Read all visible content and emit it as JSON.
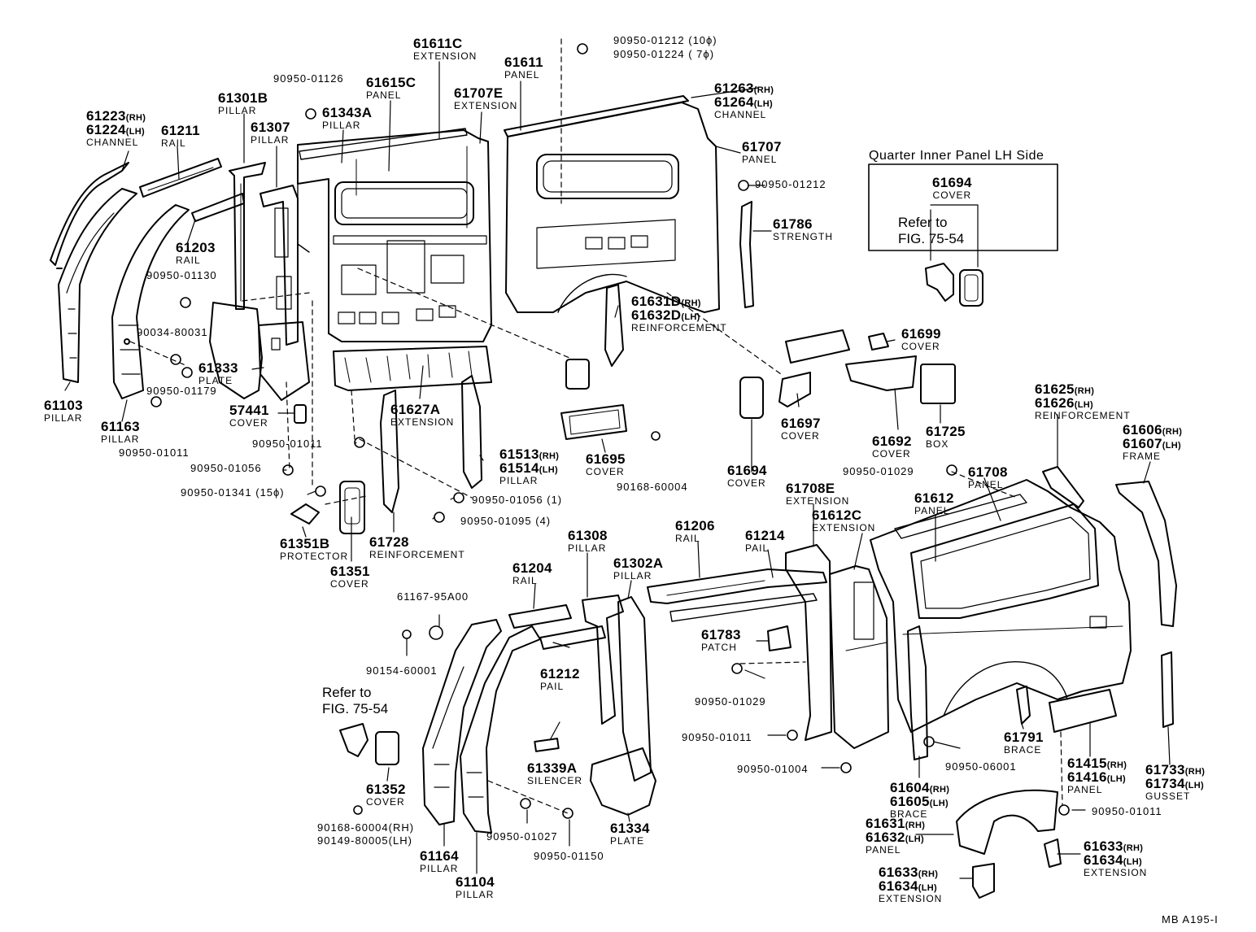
{
  "figure_code": "MB  A195-I",
  "inset": {
    "title": "Quarter Inner Panel LH Side",
    "part": "61694",
    "name": "COVER",
    "refer": [
      "Refer to",
      "FIG. 75-54"
    ]
  },
  "refer_left": [
    "Refer to",
    "FIG. 75-54"
  ],
  "fasteners": {
    "f1": "90950-01212 (10ϕ)",
    "f2": "90950-01224 (  7ϕ)",
    "f3": "90950-01126",
    "f4": "90950-01212",
    "f5": "90950-01130",
    "f6": "90034-80031",
    "f7": "90950-01179",
    "f8": "90950-01011",
    "f9": "90950-01011",
    "f10": "90950-01056",
    "f11": "90950-01341 (15ϕ)",
    "f12": "90950-01056 (1)",
    "f13": "90950-01095 (4)",
    "f14": "90168-60004",
    "f15": "90950-01029",
    "f16": "61167-95A00",
    "f17": "90154-60001",
    "f18": "90950-01029",
    "f19": "90950-01011",
    "f20": "90950-01004",
    "f21": "90950-06001",
    "f22": "90950-01011",
    "f23": "90950-01027",
    "f24": "90950-01150",
    "f25": "90168-60004(RH)",
    "f26": "90149-80005(LH)"
  },
  "parts": {
    "p61611c": {
      "num": "61611C",
      "name": "EXTENSION"
    },
    "p61611": {
      "num": "61611",
      "name": "PANEL"
    },
    "p61615c": {
      "num": "61615C",
      "name": "PANEL"
    },
    "p61707e": {
      "num": "61707E",
      "name": "EXTENSION"
    },
    "p61301b": {
      "num": "61301B",
      "name": "PILLAR"
    },
    "p61343a": {
      "num": "61343A",
      "name": "PILLAR"
    },
    "p61307": {
      "num": "61307",
      "name": "PILLAR"
    },
    "p61223": {
      "num": "61223",
      "sfx": "(RH)",
      "num2": "61224",
      "sfx2": "(LH)",
      "name": "CHANNEL"
    },
    "p61211": {
      "num": "61211",
      "name": "RAIL"
    },
    "p61263": {
      "num": "61263",
      "sfx": "(RH)",
      "num2": "61264",
      "sfx2": "(LH)",
      "name": "CHANNEL"
    },
    "p61707": {
      "num": "61707",
      "name": "PANEL"
    },
    "p61786": {
      "num": "61786",
      "name": "STRENGTH"
    },
    "p61203": {
      "num": "61203",
      "name": "RAIL"
    },
    "p61631d": {
      "num": "61631D",
      "sfx": "(RH)",
      "num2": "61632D",
      "sfx2": "(LH)",
      "name": "REINFORCEMENT"
    },
    "p61699": {
      "num": "61699",
      "name": "COVER"
    },
    "p61333": {
      "num": "61333",
      "name": "PLATE"
    },
    "p61103": {
      "num": "61103",
      "name": "PILLAR"
    },
    "p61163": {
      "num": "61163",
      "name": "PILLAR"
    },
    "p57441": {
      "num": "57441",
      "name": "COVER"
    },
    "p61627a": {
      "num": "61627A",
      "name": "EXTENSION"
    },
    "p61697": {
      "num": "61697",
      "name": "COVER"
    },
    "p61692": {
      "num": "61692",
      "name": "COVER"
    },
    "p61725": {
      "num": "61725",
      "name": "BOX"
    },
    "p61625": {
      "num": "61625",
      "sfx": "(RH)",
      "num2": "61626",
      "sfx2": "(LH)",
      "name": "REINFORCEMENT"
    },
    "p61606": {
      "num": "61606",
      "sfx": "(RH)",
      "num2": "61607",
      "sfx2": "(LH)",
      "name": "FRAME"
    },
    "p61513": {
      "num": "61513",
      "sfx": "(RH)",
      "num2": "61514",
      "sfx2": "(LH)",
      "name": "PILLAR"
    },
    "p61695": {
      "num": "61695",
      "name": "COVER"
    },
    "p61694": {
      "num": "61694",
      "name": "COVER"
    },
    "p61708": {
      "num": "61708",
      "name": "PANEL"
    },
    "p61708e": {
      "num": "61708E",
      "name": "EXTENSION"
    },
    "p61612": {
      "num": "61612",
      "name": "PANEL"
    },
    "p61612c": {
      "num": "61612C",
      "name": "EXTENSION"
    },
    "p61351b": {
      "num": "61351B",
      "name": "PROTECTOR"
    },
    "p61351": {
      "num": "61351",
      "name": "COVER"
    },
    "p61728": {
      "num": "61728",
      "name": "REINFORCEMENT"
    },
    "p61206": {
      "num": "61206",
      "name": "RAIL"
    },
    "p61214": {
      "num": "61214",
      "name": "PAIL"
    },
    "p61308": {
      "num": "61308",
      "name": "PILLAR"
    },
    "p61204": {
      "num": "61204",
      "name": "RAIL"
    },
    "p61302a": {
      "num": "61302A",
      "name": "PILLAR"
    },
    "p61783": {
      "num": "61783",
      "name": "PATCH"
    },
    "p61212": {
      "num": "61212",
      "name": "PAIL"
    },
    "p61791": {
      "num": "61791",
      "name": "BRACE"
    },
    "p61415": {
      "num": "61415",
      "sfx": "(RH)",
      "num2": "61416",
      "sfx2": "(LH)",
      "name": "PANEL"
    },
    "p61733": {
      "num": "61733",
      "sfx": "(RH)",
      "num2": "61734",
      "sfx2": "(LH)",
      "name": "GUSSET"
    },
    "p61339a": {
      "num": "61339A",
      "name": "SILENCER"
    },
    "p61352": {
      "num": "61352",
      "name": "COVER"
    },
    "p61604": {
      "num": "61604",
      "sfx": "(RH)",
      "num2": "61605",
      "sfx2": "(LH)",
      "name": "BRACE"
    },
    "p61631": {
      "num": "61631",
      "sfx": "(RH)",
      "num2": "61632",
      "sfx2": "(LH)",
      "name": "PANEL"
    },
    "p61633a": {
      "num": "61633",
      "sfx": "(RH)",
      "num2": "61634",
      "sfx2": "(LH)",
      "name": "EXTENSION"
    },
    "p61334": {
      "num": "61334",
      "name": "PLATE"
    },
    "p61164": {
      "num": "61164",
      "name": "PILLAR"
    },
    "p61104": {
      "num": "61104",
      "name": "PILLAR"
    },
    "p61633b": {
      "num": "61633",
      "sfx": "(RH)",
      "num2": "61634",
      "sfx2": "(LH)",
      "name": "EXTENSION"
    }
  }
}
